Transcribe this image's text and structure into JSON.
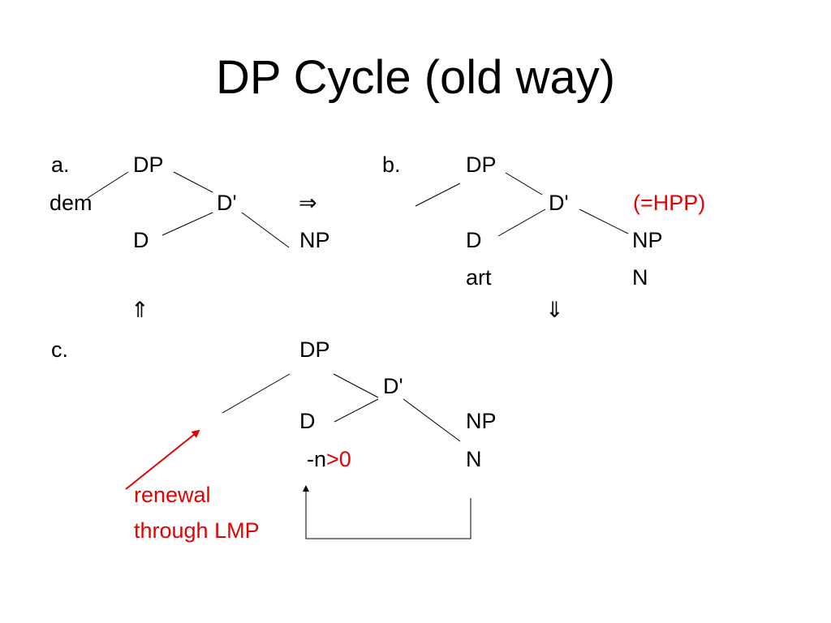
{
  "title": "DP Cycle (old way)",
  "tree_a": {
    "label": "a.",
    "dp": "DP",
    "dem": "dem",
    "dbar": "D'",
    "arrow_right": "⇒",
    "d": "D",
    "np": "NP",
    "arrow_up": "⇑"
  },
  "tree_b": {
    "label": "b.",
    "dp": "DP",
    "dbar": "D'",
    "hpp": "(=HPP)",
    "d": "D",
    "np": "NP",
    "art": "art",
    "n": "N",
    "arrow_down": "⇓"
  },
  "tree_c": {
    "label": "c.",
    "dp": "DP",
    "dbar": "D'",
    "d": "D",
    "np": "NP",
    "n_prefix": "-n",
    "n_change": ">0",
    "n": "N",
    "renewal_line1": "renewal",
    "renewal_line2": "through LMP"
  },
  "colors": {
    "text": "#000000",
    "highlight": "#e60000",
    "background": "#ffffff"
  }
}
